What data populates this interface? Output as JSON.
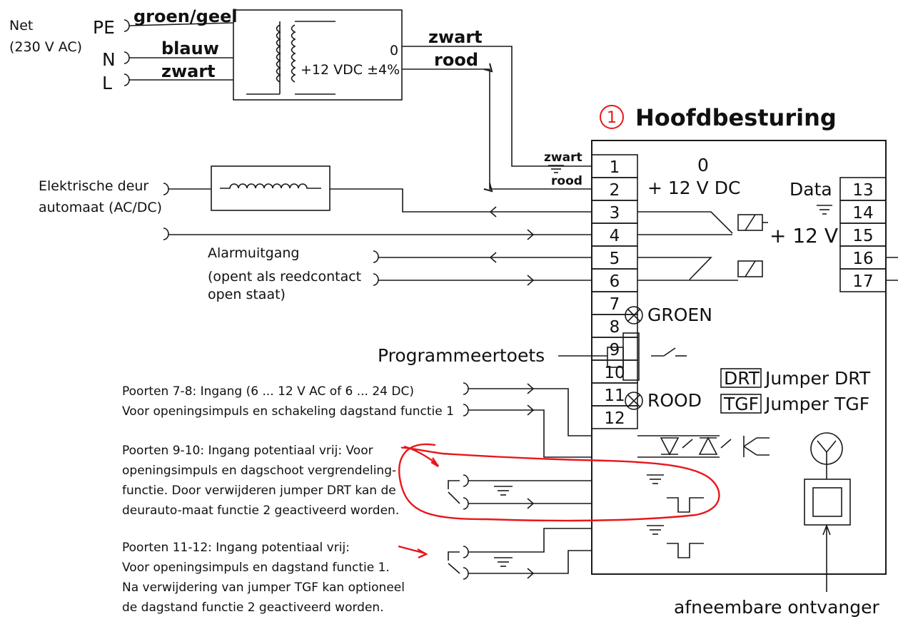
{
  "mains": {
    "label": "Net",
    "voltage": "(230 V AC)",
    "terminals": [
      "PE",
      "N",
      "L"
    ],
    "wires": [
      "groen/geel",
      "blauw",
      "zwart"
    ]
  },
  "transformer": {
    "out_zero": "0",
    "out_voltage": "+12 VDC ±4%",
    "out_wires": [
      "zwart",
      "rood"
    ]
  },
  "controller": {
    "number": "1",
    "title": "Hoofdbesturing",
    "in_wires": [
      "zwart",
      "rood"
    ],
    "power_labels": [
      "0",
      "+ 12 V DC"
    ],
    "pins_left": [
      "1",
      "2",
      "3",
      "4",
      "5",
      "6",
      "7",
      "8",
      "9",
      "10",
      "11",
      "12"
    ],
    "pins_right": [
      "13",
      "14",
      "15",
      "16",
      "17"
    ],
    "data_label": "Data",
    "v12_label": "+ 12 V",
    "led_green": "GROEN",
    "led_red": "ROOD",
    "jumpers": [
      {
        "code": "DRT",
        "label": "Jumper DRT"
      },
      {
        "code": "TGF",
        "label": "Jumper TGF"
      }
    ]
  },
  "door": {
    "line1": "Elektrische deur",
    "line2": "automaat (AC/DC)"
  },
  "alarm": {
    "line1": "Alarmuitgang",
    "line2": "(opent als reedcontact",
    "line3": "open staat)"
  },
  "program_button": "Programmeertoets",
  "ports": {
    "p7_8": [
      "Poorten 7-8: Ingang (6 ... 12 V AC of 6 ... 24 DC)",
      "Voor openingsimpuls en schakeling dagstand functie 1"
    ],
    "p9_10": [
      "Poorten 9-10: Ingang potentiaal vrij: Voor",
      "openingsimpuls en dagschoot vergrendeling-",
      "functie. Door verwijderen jumper DRT kan de",
      "deurauto-maat functie 2 geactiveerd worden."
    ],
    "p11_12": [
      "Poorten 11-12: Ingang potentiaal vrij:",
      "Voor openingsimpuls en dagstand functie 1.",
      "Na verwijdering van jumper TGF kan optioneel",
      "de dagstand functie 2 geactiveerd worden."
    ]
  },
  "receiver": "afneembare ontvanger",
  "colors": {
    "line": "#1a1a1a",
    "annotation": "#e8171b",
    "background": "#ffffff"
  }
}
